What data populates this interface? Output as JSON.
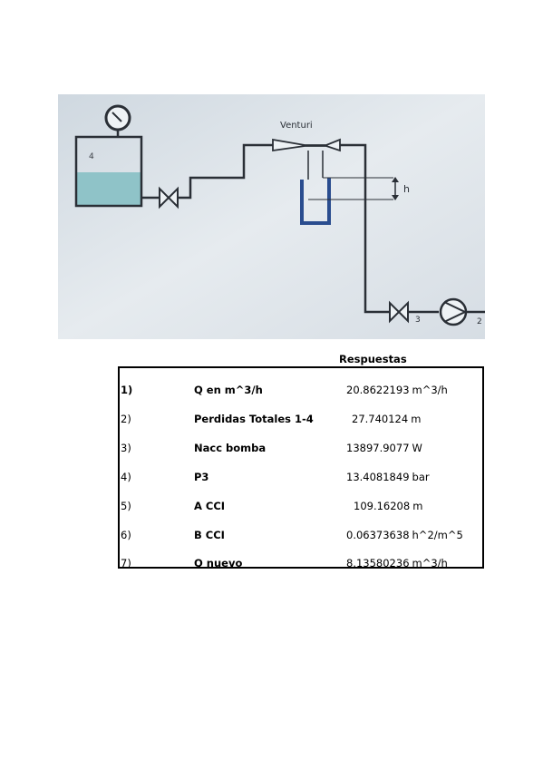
{
  "diagram": {
    "labels": {
      "tank": "4",
      "venturi": "Venturi",
      "height": "h",
      "valve": "3",
      "pump": "2"
    },
    "colors": {
      "water": "#8fc3c8",
      "manometer": "#2a4d8f",
      "pipe": "#2a2f36"
    }
  },
  "results": {
    "heading": "Respuestas",
    "rows": [
      {
        "num": "1)",
        "label": "Q en m^3/h",
        "value": "20.8622193",
        "unit": "m^3/h"
      },
      {
        "num": "2)",
        "label": "Perdidas Totales 1-4",
        "value": "27.740124",
        "unit": "m"
      },
      {
        "num": "3)",
        "label": "Nacc bomba",
        "value": "13897.9077",
        "unit": "W"
      },
      {
        "num": "4)",
        "label": "P3",
        "value": "13.4081849",
        "unit": "bar"
      },
      {
        "num": "5)",
        "label": "A CCI",
        "value": "109.16208",
        "unit": "m"
      },
      {
        "num": "6)",
        "label": "B CCI",
        "value": "0.06373638",
        "unit": "h^2/m^5"
      },
      {
        "num": "7)",
        "label": "Q nuevo",
        "value": "8.13580236",
        "unit": "m^3/h"
      }
    ]
  }
}
